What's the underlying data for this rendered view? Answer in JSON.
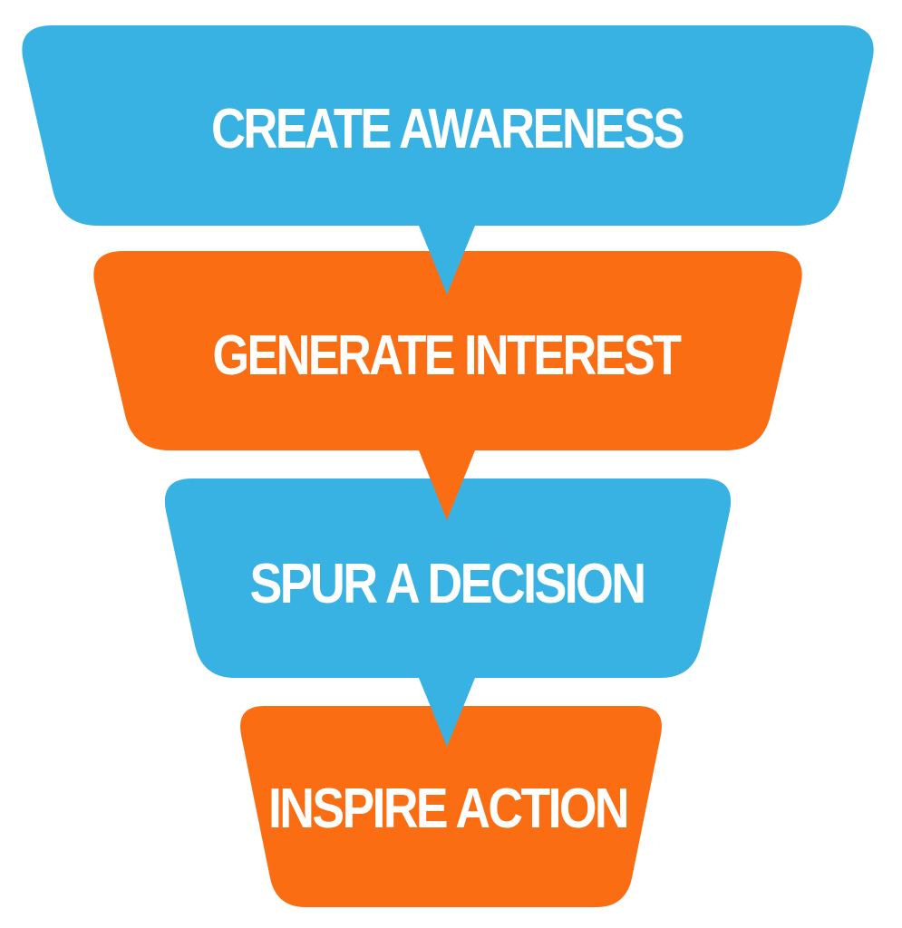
{
  "funnel": {
    "colors": {
      "blue": "#38b1e3",
      "orange": "#fa6d12",
      "text": "#ffffff"
    },
    "stages": [
      {
        "label": "CREATE AWARENESS",
        "color": "#38b1e3"
      },
      {
        "label": "GENERATE INTEREST",
        "color": "#fa6d12"
      },
      {
        "label": "SPUR A DECISION",
        "color": "#38b1e3"
      },
      {
        "label": "INSPIRE ACTION",
        "color": "#fa6d12"
      }
    ]
  }
}
